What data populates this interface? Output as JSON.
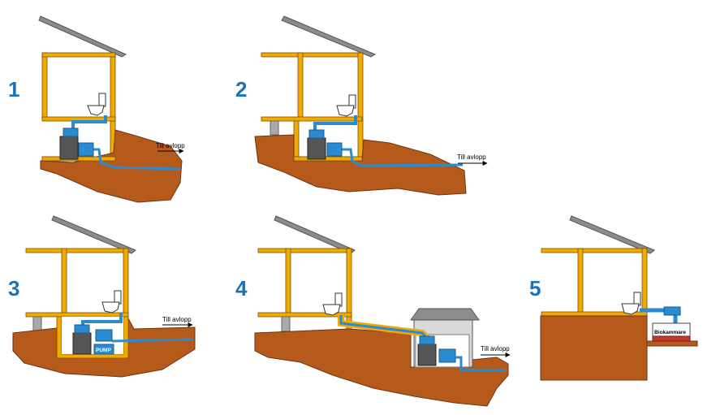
{
  "colors": {
    "soil": "#b65a1c",
    "soil_edge": "#6e3410",
    "frame": "#f2a900",
    "frame_edge": "#7a5200",
    "roof": "#8c8c8c",
    "pipe": "#2a8bd0",
    "number": "#1a72b8",
    "tank": "#555555",
    "concrete": "#a9a9a9"
  },
  "scenes": [
    {
      "number": "1",
      "outlet_label": "Till avlopp"
    },
    {
      "number": "2",
      "outlet_label": "Till avlopp"
    },
    {
      "number": "3",
      "outlet_label": "Till avlopp",
      "pump_label": "PUMP"
    },
    {
      "number": "4",
      "outlet_label": "Till avlopp"
    },
    {
      "number": "5",
      "chamber_label": "Biokammare"
    }
  ]
}
